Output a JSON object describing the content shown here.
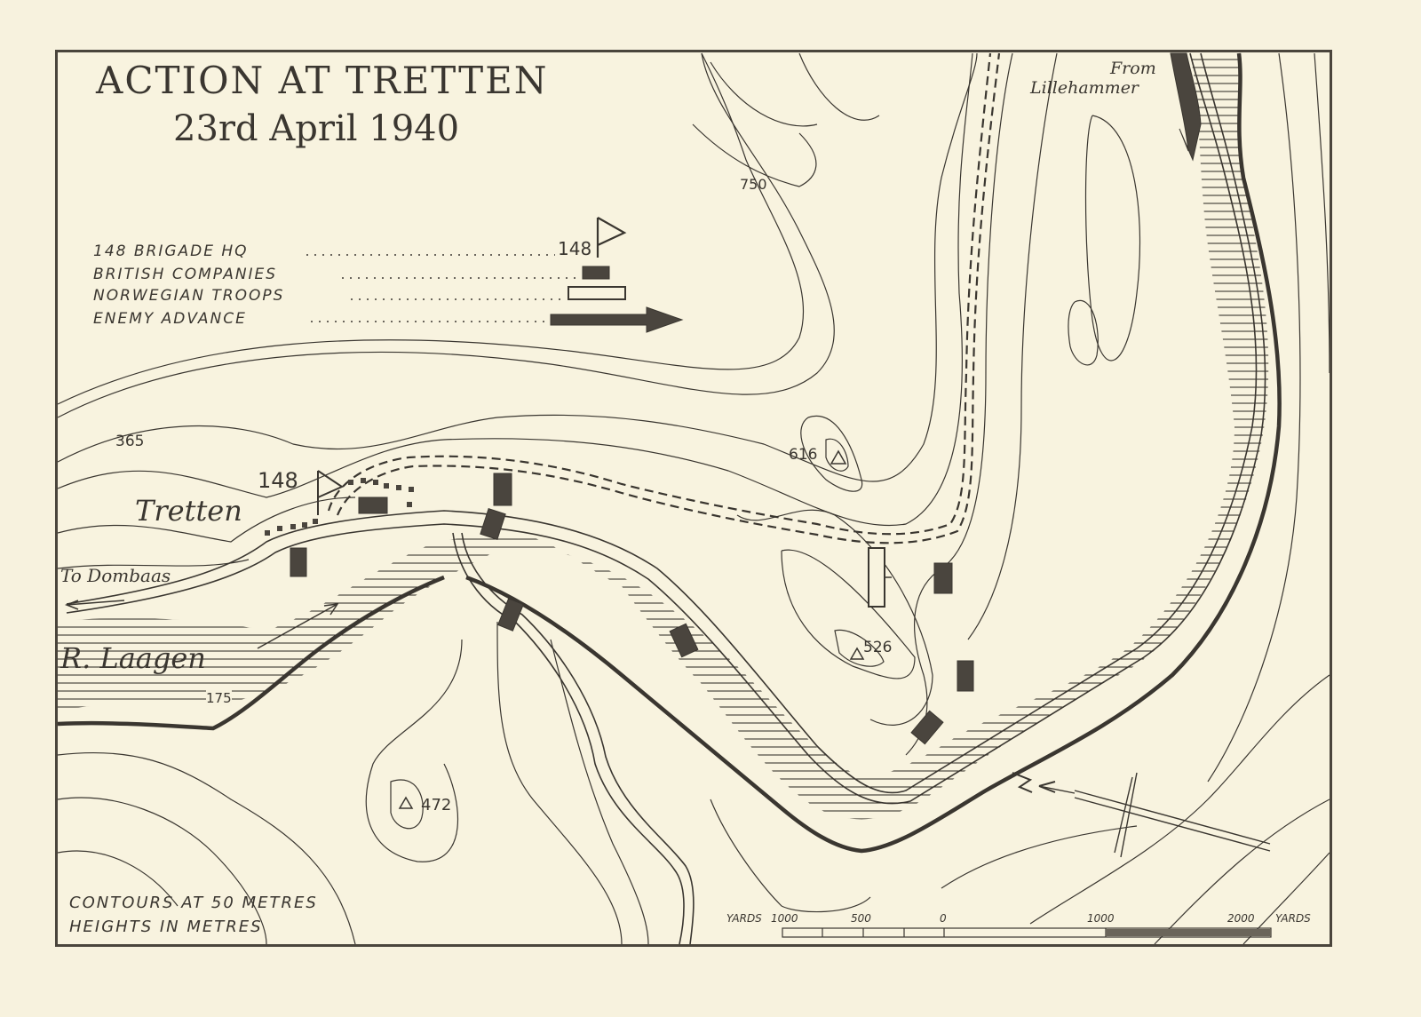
{
  "map": {
    "title": "ACTION AT TRETTEN",
    "subtitle": "23rd April 1940",
    "legend": {
      "items": [
        {
          "label": "148 BRIGADE HQ",
          "symbol": "flag",
          "symbol_text": "148"
        },
        {
          "label": "BRITISH COMPANIES",
          "symbol": "filled-rectangle"
        },
        {
          "label": "NORWEGIAN TROOPS",
          "symbol": "open-rectangle"
        },
        {
          "label": "ENEMY ADVANCE",
          "symbol": "arrow"
        }
      ]
    },
    "places": {
      "town": "Tretten",
      "river": "R. Laagen",
      "to_dombaas": "To Dombaas",
      "from_lillehammer_line1": "From",
      "from_lillehammer_line2": "Lillehammer",
      "hq_label": "148"
    },
    "heights": {
      "h750": "750",
      "h616": "616",
      "h526": "526",
      "h472": "472",
      "h365": "365",
      "h175": "175"
    },
    "notes": {
      "contours": "CONTOURS AT 50 METRES",
      "heights": "HEIGHTS IN METRES"
    },
    "scale": {
      "left_unit": "YARDS",
      "ticks": [
        "1000",
        "500",
        "0",
        "1000",
        "2000"
      ],
      "right_unit": "YARDS"
    },
    "colors": {
      "paper": "#f7f2de",
      "ink": "#3a3630",
      "troops": "#4a453e"
    }
  }
}
